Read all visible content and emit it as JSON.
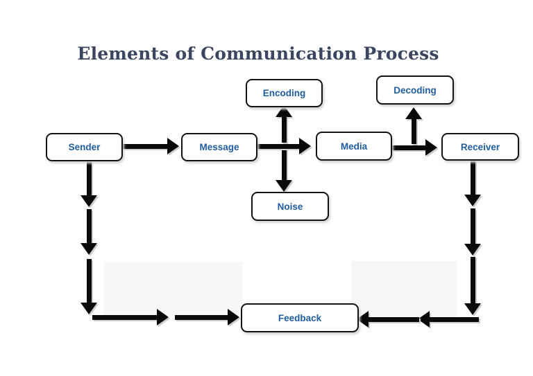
{
  "title": "Elements of Communication Process",
  "colors": {
    "title_text": "#3a4560",
    "node_label_text": "#1f5ca0",
    "node_border": "#121212",
    "node_fill": "#ffffff",
    "arrow": "#0a0a0a",
    "arrow_shadow": "#cccccc",
    "background": "#ffffff"
  },
  "nodes": {
    "sender": {
      "label": "Sender"
    },
    "message": {
      "label": "Message"
    },
    "encoding": {
      "label": "Encoding"
    },
    "media": {
      "label": "Media"
    },
    "decoding": {
      "label": "Decoding"
    },
    "receiver": {
      "label": "Receiver"
    },
    "noise": {
      "label": "Noise"
    },
    "feedback": {
      "label": "Feedback"
    }
  },
  "edges": [
    {
      "from": "sender",
      "to": "message",
      "direction": "right"
    },
    {
      "from": "message",
      "to": "media",
      "direction": "right"
    },
    {
      "from": "media",
      "to": "receiver",
      "direction": "right"
    },
    {
      "from": "message-media-junction",
      "to": "encoding",
      "direction": "up"
    },
    {
      "from": "message-media-junction",
      "to": "noise",
      "direction": "down"
    },
    {
      "from": "media-receiver-junction",
      "to": "decoding",
      "direction": "up"
    },
    {
      "from": "sender",
      "to": "feedback",
      "direction": "down-then-right",
      "segments": 5
    },
    {
      "from": "receiver",
      "to": "feedback",
      "direction": "down-then-left",
      "segments": 5
    }
  ]
}
